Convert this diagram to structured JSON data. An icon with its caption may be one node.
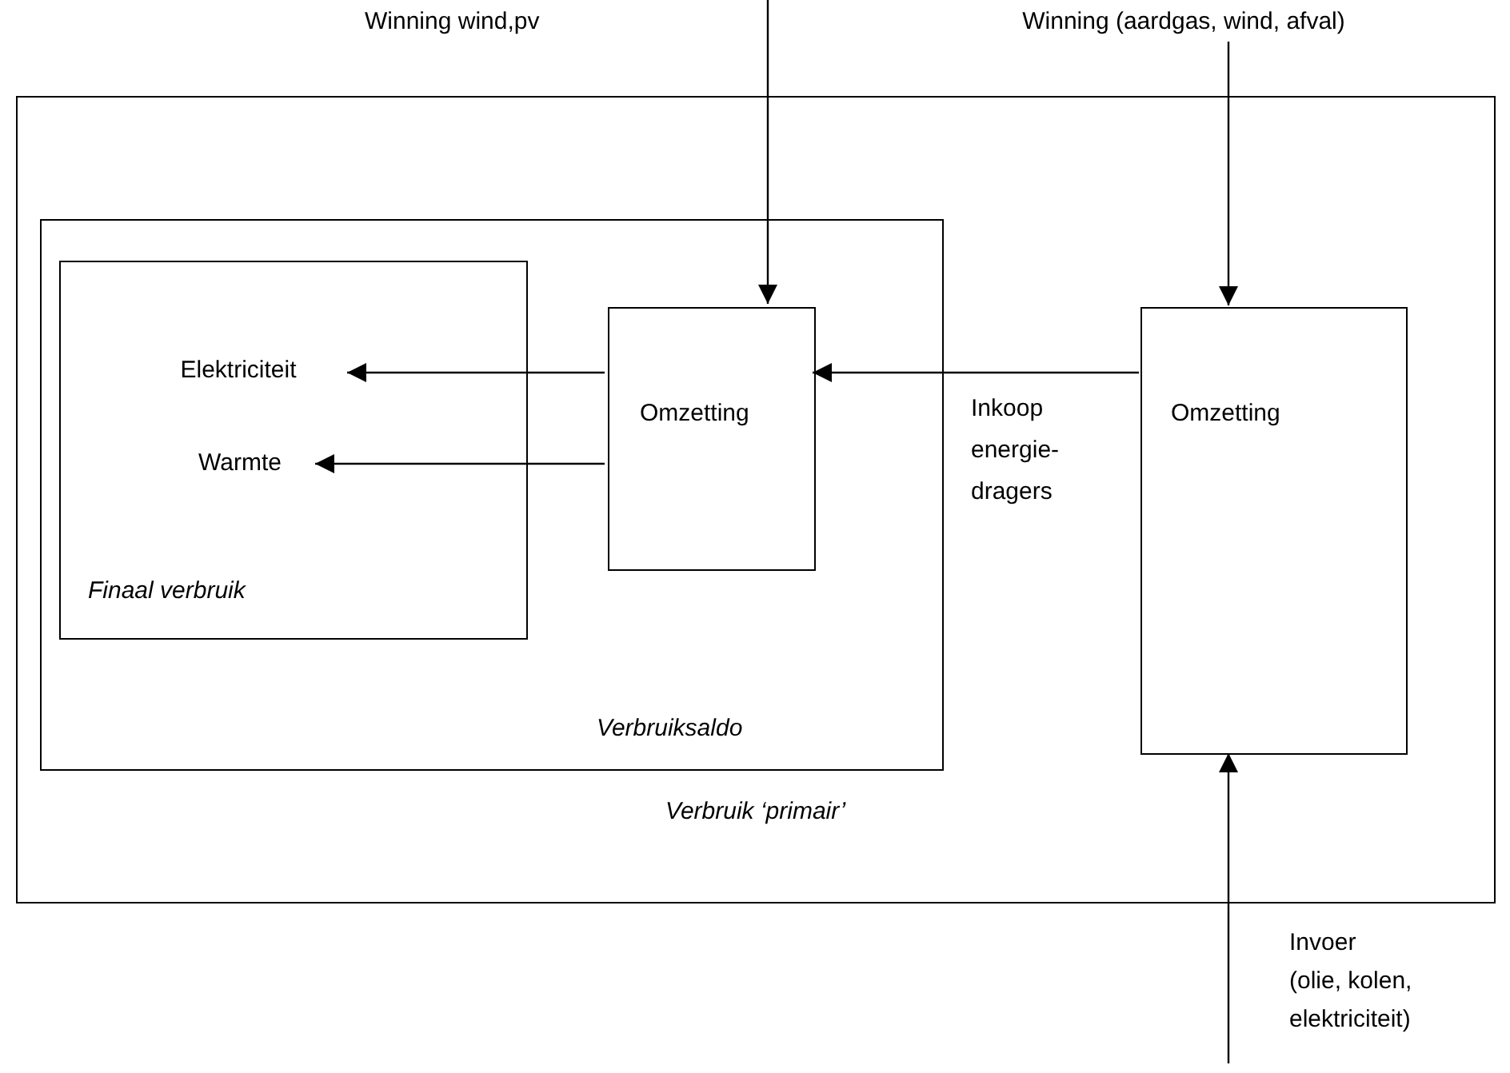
{
  "diagram": {
    "nodes": [
      {
        "text": [
          "Verbruik ‘primair’"
        ]
      },
      {
        "text": [
          "Verbruiksaldo"
        ],
        "in": 0
      },
      {
        "text": [
          "Finaal verbruik"
        ],
        "in": 1
      },
      {
        "text": [
          "Elektriciteit"
        ],
        "in": 2
      },
      {
        "text": [
          "Warmte"
        ],
        "in": 2
      },
      {
        "text": [
          "Omzetting"
        ],
        "in": 1
      },
      {
        "text": [
          "Omzetting"
        ],
        "in": 0
      },
      {
        "text": [
          "Winning (aardgas, wind, afval)"
        ]
      },
      {
        "text": [
          "Invoer",
          "(olie, kolen, elektriciteit)"
        ]
      }
    ],
    "edges": [
      {
        "from": null,
        "to": 5,
        "arrow": "to"
      },
      {
        "from": 7,
        "to": 6,
        "arrow": "to"
      },
      {
        "from": 8,
        "to": 6,
        "arrow": "to"
      },
      {
        "from": 6,
        "to": 5,
        "arrow": "to",
        "label": "Inkoop energie-dragers"
      },
      {
        "from": 5,
        "to": 3,
        "arrow": "to"
      },
      {
        "from": 5,
        "to": 4,
        "arrow": "to"
      }
    ],
    "labels": [
      "Winning wind,pv"
    ]
  }
}
